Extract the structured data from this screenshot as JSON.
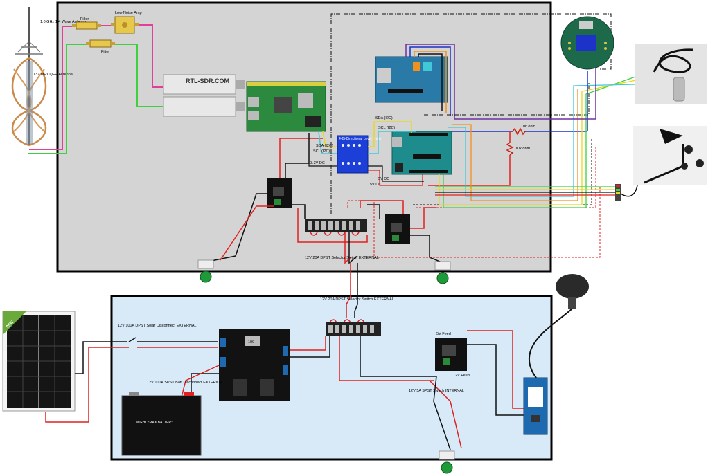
{
  "labels": {
    "antenna_1ghz": "1.0 GHz 1/4 Wave Antenna",
    "antenna_137mhz": "137 MHz QFH Antenna",
    "filter_top": "Filter",
    "lna": "Low-Noise Amp",
    "filter_bottom": "Filter",
    "rtl_sdr": "RTL-SDR.COM",
    "sda_i2c_top": "SDA (I2C)",
    "scl_i2c_top": "SCL (I2C)",
    "sda_i2c_left": "SDA (I2C)",
    "scl_i2c_left": "SCL (I2C)",
    "level_shifter": "4-Bi-Directional Level Shifter",
    "v33_dc": "3.3V DC",
    "v5_dc_a": "5V DC",
    "v5_dc_b": "5V DC",
    "r_10k_top": "10k ohm",
    "r_10k_side": "10k ohm",
    "switch_top": "12V 20A DPST Selector Switch EXTERNAL",
    "switch_mid": "12V 20A DPST Selector Switch EXTERNAL",
    "solar_disconnect": "12V 100A DPST Solar Disconnect EXTERNAL",
    "batt_disconnect": "12V 100A SPST Batt Disconnect EXTERNAL",
    "feed_5v": "5V Feed",
    "feed_12v": "12V Feed",
    "switch_internal": "12V 5A SPST Switch INTERNAL",
    "solar_badge": "25W",
    "battery_brand": "MIGHTYMAX BATTERY",
    "controller_value": "100"
  },
  "colors": {
    "upper_box": "#d4d4d4",
    "lower_box": "#d8eaf8",
    "wire_red": "#e0201e",
    "wire_black": "#111111",
    "wire_pink": "#e0409a",
    "wire_green": "#3ed03e",
    "wire_blue": "#1c32c8",
    "wire_yellow": "#e8d81e",
    "wire_orange": "#f0901e",
    "wire_cyan": "#40c8d8",
    "wire_purple": "#7030a0",
    "button_green": "#1e9a3a"
  },
  "icons": [
    "antenna-icon",
    "filter-icon",
    "lna-icon",
    "rtl-sdr-icon",
    "raspberry-pi-icon",
    "arduino-shield-icon",
    "arduino-uno-icon",
    "level-shifter-icon",
    "buck-converter-icon",
    "terminal-block-icon",
    "push-button-icon",
    "sensor-board-icon",
    "temperature-probe-icon",
    "anemometer-icon",
    "solar-panel-icon",
    "charge-controller-icon",
    "battery-icon",
    "gps-puck-icon",
    "cellular-modem-icon",
    "switch-icon",
    "resistor-icon"
  ]
}
